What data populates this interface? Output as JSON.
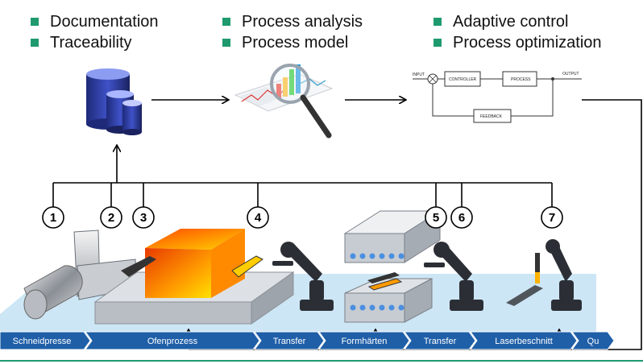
{
  "bullets": {
    "col1": [
      "Documentation",
      "Traceability"
    ],
    "col2": [
      "Process analysis",
      "Process model"
    ],
    "col3": [
      "Adaptive control",
      "Process optimization"
    ]
  },
  "control_diagram": {
    "input": "INPUT",
    "controller": "CONTROLLER",
    "process": "PROCESS",
    "output": "OUTPUT",
    "feedback": "FEEDBACK"
  },
  "markers": [
    "1",
    "2",
    "3",
    "4",
    "5",
    "6",
    "7"
  ],
  "stages": [
    "Schneidpresse",
    "Ofenprozess",
    "Transfer",
    "Formhärten",
    "Transfer",
    "Laserbeschnitt",
    "Qu"
  ],
  "colors": {
    "bullet_accent": "#1f9a6e",
    "stage_bar": "#1f5fa8",
    "floor": "#cde6f5",
    "furnace_hot": "#ff5a00",
    "furnace_warm": "#ffd200",
    "bottom_rule": "#1f9a6e"
  }
}
